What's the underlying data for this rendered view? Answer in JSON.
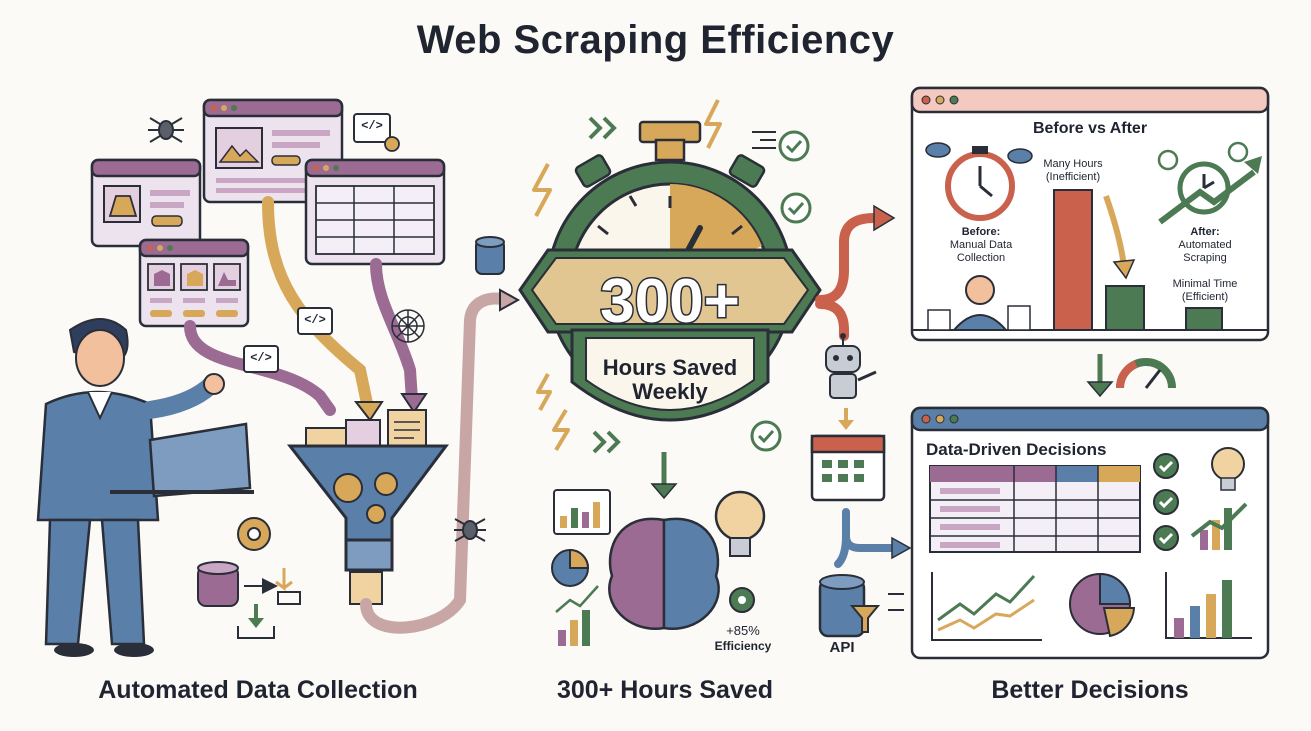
{
  "title": "Web Scraping Efficiency",
  "captions": {
    "left": "Automated Data Collection",
    "middle": "300+ Hours Saved",
    "right": "Better Decisions"
  },
  "stopwatch": {
    "big_number": "300+",
    "subtitle_line1": "Hours Saved",
    "subtitle_line2": "Weekly"
  },
  "insight": {
    "efficiency_value": "+85%",
    "efficiency_label": "Efficiency"
  },
  "before_after": {
    "title": "Before vs After",
    "before_label_1": "Before:",
    "before_label_2": "Manual Data",
    "before_label_3": "Collection",
    "many_hours": "Many Hours",
    "inefficient": "(Inefficient)",
    "after_label_1": "After:",
    "after_label_2": "Automated",
    "after_label_3": "Scraping",
    "minimal_time": "Minimal Time",
    "efficient": "(Efficient)"
  },
  "decisions": {
    "title": "Data-Driven Decisions"
  },
  "api_label": "API",
  "code_tag": "</>",
  "colors": {
    "purple": "#9b6b93",
    "gold": "#d8a85a",
    "green": "#4c7a52",
    "red": "#c9614c",
    "blue": "#5a7fa8",
    "outline": "#2a2e38"
  }
}
